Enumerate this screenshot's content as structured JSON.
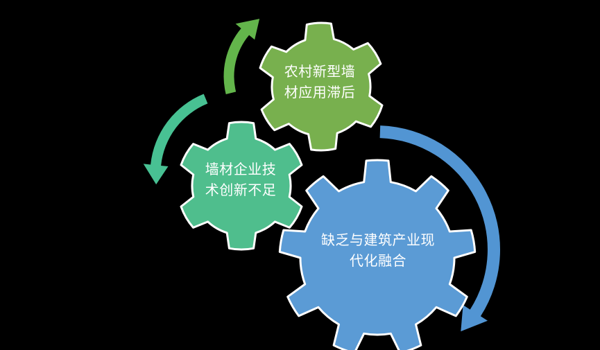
{
  "colors": {
    "background": "#000000",
    "outline": "#FFFFFF",
    "text": "#FFFFFF",
    "gear_top": "#78B04E",
    "gear_middle": "#4FBE8D",
    "gear_bottom": "#5B9BD5",
    "arrow_top": "#63B54B",
    "arrow_left": "#48C193",
    "arrow_right": "#5295D3"
  },
  "gears": [
    {
      "id": "top",
      "label": "农村新型墙材应用滞后",
      "lines": [
        "农村新型墙",
        "材应用滞后"
      ]
    },
    {
      "id": "middle",
      "label": "墙材企业技术创新不足",
      "lines": [
        "墙材企业技",
        "术创新不足"
      ]
    },
    {
      "id": "bottom",
      "label": "缺乏与建筑产业现代化融合",
      "lines": [
        "缺乏与建筑产业现",
        "代化融合"
      ]
    }
  ],
  "arrows": [
    {
      "name": "curved-arrow-up",
      "color": "#63B54B"
    },
    {
      "name": "curved-arrow-down-left",
      "color": "#48C193"
    },
    {
      "name": "curved-arrow-clockwise-down",
      "color": "#5295D3"
    }
  ]
}
